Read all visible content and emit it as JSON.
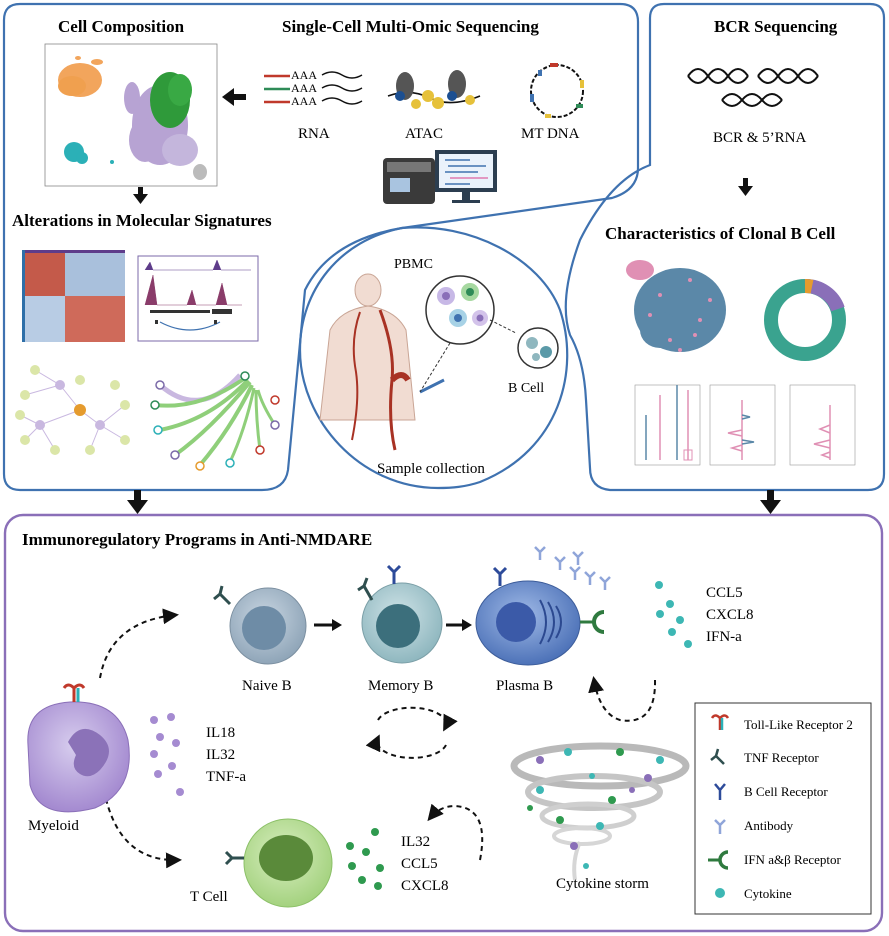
{
  "panels": {
    "cell_composition": {
      "title": "Cell Composition"
    },
    "multiomic": {
      "title": "Single-Cell Multi-Omic Sequencing",
      "rna": "RNA",
      "atac": "ATAC",
      "mtdna": "MT DNA",
      "poly_a": "AAA"
    },
    "molecular": {
      "title": "Alterations in Molecular Signatures"
    },
    "bcr": {
      "title": "BCR Sequencing",
      "subtitle": "BCR & 5’RNA",
      "clonal_title": "Characteristics of Clonal B Cell"
    },
    "sample": {
      "pbmc": "PBMC",
      "bcell": "B Cell",
      "collection": "Sample collection"
    },
    "immuno": {
      "title": "Immunoregulatory Programs in Anti-NMDARE",
      "naive": "Naive B",
      "memory": "Memory B",
      "plasma": "Plasma B",
      "myeloid": "Myeloid",
      "tcell": "T Cell",
      "storm": "Cytokine storm",
      "myeloid_cytokines": [
        "IL18",
        "IL32",
        "TNF-a"
      ],
      "t_cytokines": [
        "IL32",
        "CCL5",
        "CXCL8"
      ],
      "plasma_cytokines": [
        "CCL5",
        "CXCL8",
        "IFN-a"
      ]
    }
  },
  "legend": {
    "items": [
      {
        "icon": "toll-like-receptor-icon",
        "label": "Toll-Like Receptor 2"
      },
      {
        "icon": "tnf-receptor-icon",
        "label": "TNF Receptor"
      },
      {
        "icon": "b-cell-receptor-icon",
        "label": "B Cell Receptor"
      },
      {
        "icon": "antibody-icon",
        "label": "Antibody"
      },
      {
        "icon": "ifn-receptor-icon",
        "label": "IFN a&β Receptor"
      },
      {
        "icon": "cytokine-icon",
        "label": "Cytokine"
      }
    ]
  },
  "colors": {
    "panel_border": "#3f72b0",
    "immuno_border": "#8a6fb8",
    "cytokine_teal": "#3db7b4",
    "myeloid_purple": "#a58bd1",
    "t_green": "#2f9a4f",
    "umap_orange": "#f2a55c",
    "umap_purple": "#b7a3d3",
    "umap_green": "#2f9a3a",
    "umap_teal": "#2bb0b7"
  }
}
